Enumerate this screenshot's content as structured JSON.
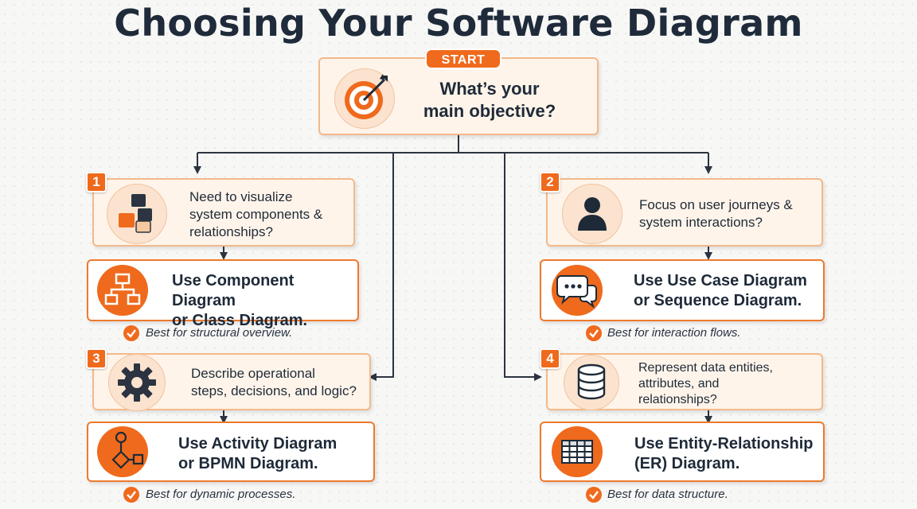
{
  "title": "Choosing Your Software Diagram",
  "start": {
    "badge": "START",
    "question_line1": "What’s your",
    "question_line2": "main objective?",
    "icon": "target-icon"
  },
  "colors": {
    "accent": "#ef6a1c",
    "question_bg": "#fff4ea",
    "question_border": "#f3b98a",
    "text": "#1e2a38"
  },
  "branches": [
    {
      "number": "1",
      "question": [
        "Need to visualize",
        "system components &",
        "relationships?"
      ],
      "question_icon": "blocks-icon",
      "answer": [
        "Use Component Diagram",
        "or Class Diagram."
      ],
      "answer_icon": "hierarchy-icon",
      "note": "Best for structural overview."
    },
    {
      "number": "2",
      "question": [
        "Focus on user journeys &",
        "system interactions?"
      ],
      "question_icon": "user-icon",
      "answer": [
        "Use Use Case Diagram",
        "or Sequence Diagram."
      ],
      "answer_icon": "chat-bubbles-icon",
      "note": "Best for interaction flows."
    },
    {
      "number": "3",
      "question": [
        "Describe operational",
        "steps, decisions, and logic?"
      ],
      "question_icon": "gear-icon",
      "answer": [
        "Use Activity Diagram",
        "or BPMN Diagram."
      ],
      "answer_icon": "flowchart-icon",
      "note": "Best for dynamic processes."
    },
    {
      "number": "4",
      "question": [
        "Represent data entities,",
        "attributes, and",
        "relationships?"
      ],
      "question_icon": "database-icon",
      "answer": [
        "Use Entity-Relationship",
        "(ER) Diagram."
      ],
      "answer_icon": "table-icon",
      "note": "Best for data structure."
    }
  ]
}
